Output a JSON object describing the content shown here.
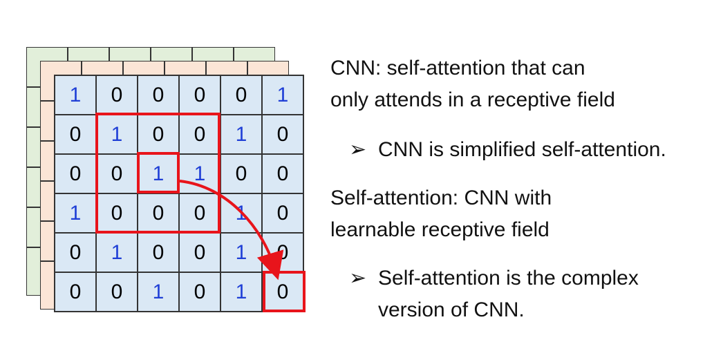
{
  "grid": [
    [
      "1",
      "0",
      "0",
      "0",
      "0",
      "1"
    ],
    [
      "0",
      "1",
      "0",
      "0",
      "1",
      "0"
    ],
    [
      "0",
      "0",
      "1",
      "1",
      "0",
      "0"
    ],
    [
      "1",
      "0",
      "0",
      "0",
      "1",
      "0"
    ],
    [
      "0",
      "1",
      "0",
      "0",
      "1",
      "0"
    ],
    [
      "0",
      "0",
      "1",
      "0",
      "1",
      "0"
    ]
  ],
  "colors": {
    "cell_bg": "#dae8f5",
    "one_digit": "#1f3fd6",
    "highlight": "#e8141b",
    "layer_green": "#e2efda",
    "layer_peach": "#fbe5d6"
  },
  "text": {
    "cnn_line1": "CNN: self-attention that can",
    "cnn_line2": "only attends in a receptive field",
    "cnn_bullet": "CNN is simplified self-attention.",
    "sa_line1": "Self-attention: CNN with",
    "sa_line2": "learnable receptive field",
    "sa_bullet_line1": "Self-attention is the complex",
    "sa_bullet_line2": "version of CNN.",
    "bullet_mark": "➢"
  }
}
